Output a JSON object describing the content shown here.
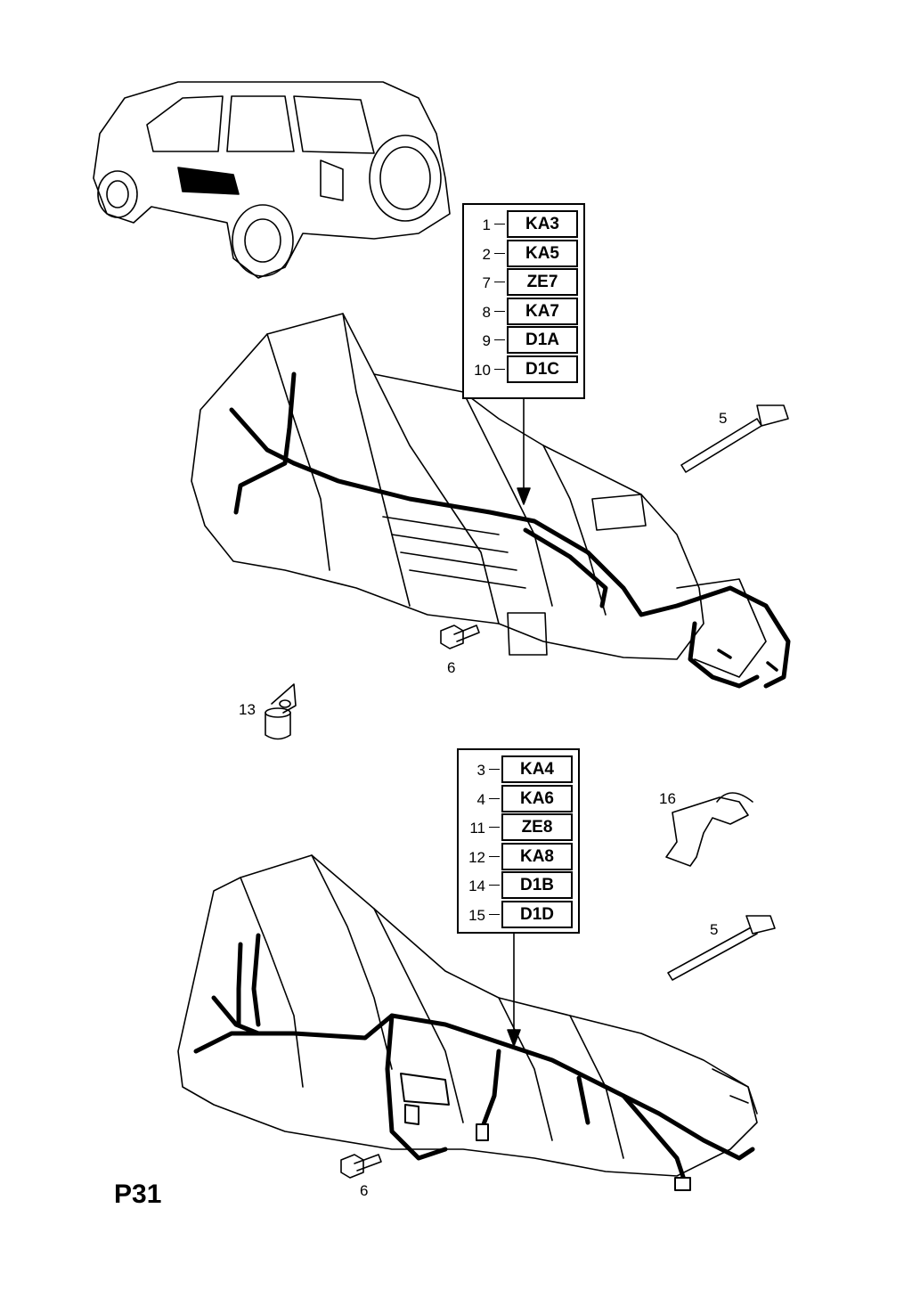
{
  "page_code": "P31",
  "upper_codes": [
    {
      "num": "1",
      "code": "KA3"
    },
    {
      "num": "2",
      "code": "KA5"
    },
    {
      "num": "7",
      "code": "ZE7"
    },
    {
      "num": "8",
      "code": "KA7"
    },
    {
      "num": "9",
      "code": "D1A"
    },
    {
      "num": "10",
      "code": "D1C"
    }
  ],
  "lower_codes": [
    {
      "num": "3",
      "code": "KA4"
    },
    {
      "num": "4",
      "code": "KA6"
    },
    {
      "num": "11",
      "code": "ZE8"
    },
    {
      "num": "12",
      "code": "KA8"
    },
    {
      "num": "14",
      "code": "D1B"
    },
    {
      "num": "15",
      "code": "D1D"
    }
  ],
  "callouts": {
    "upper_tie": "5",
    "upper_bolt": "6",
    "plug": "13",
    "clip": "16",
    "lower_tie": "5",
    "lower_bolt": "6"
  }
}
